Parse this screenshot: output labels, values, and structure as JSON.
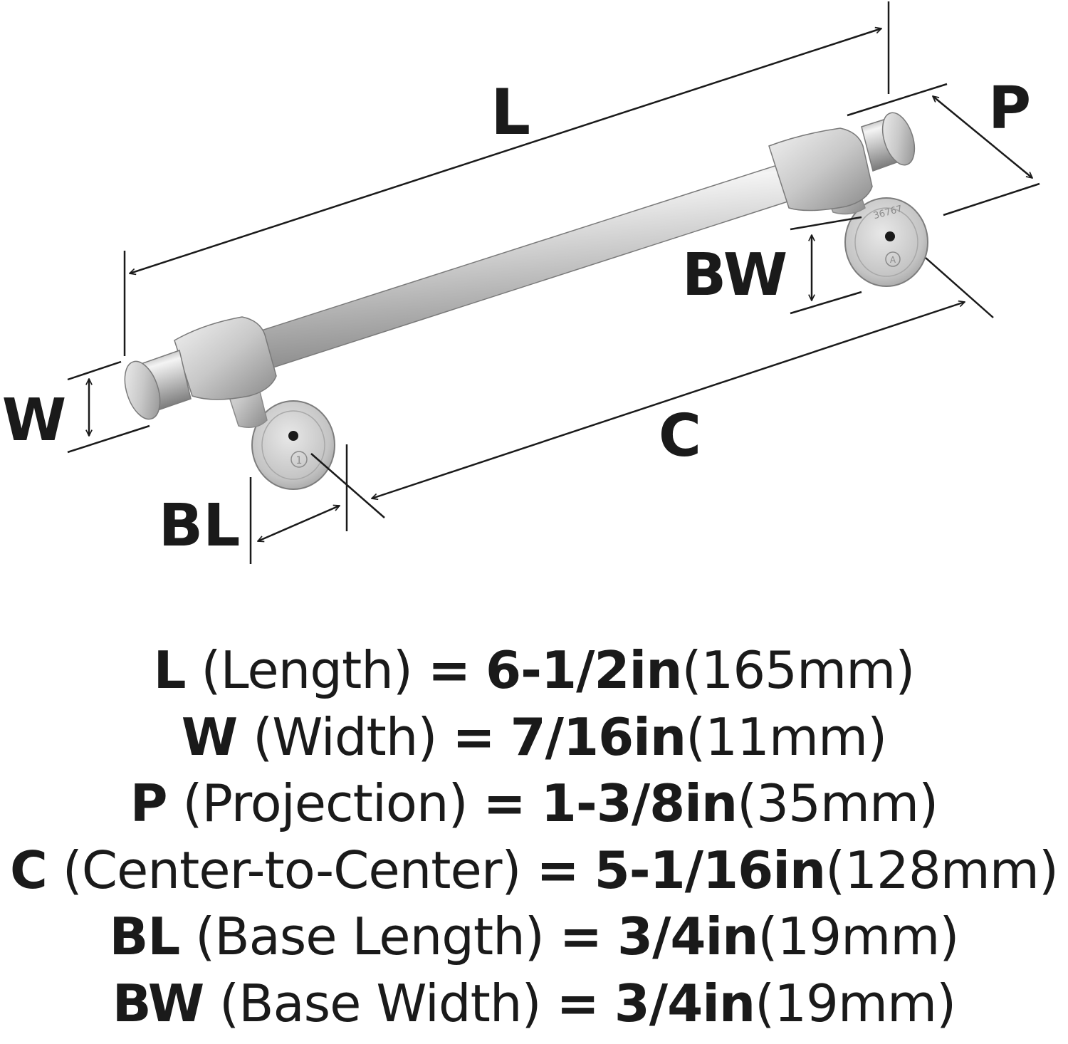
{
  "diagram": {
    "labels": {
      "L": "L",
      "P": "P",
      "W": "W",
      "BW": "BW",
      "C": "C",
      "BL": "BL"
    },
    "base_marks": {
      "right_top": "36767",
      "right_bottom": "A",
      "left": "1"
    },
    "colors": {
      "line": "#1a1a1a",
      "metal_light": "#f2f2f2",
      "metal_mid": "#c9c9c9",
      "metal_dark": "#8e8e8e"
    }
  },
  "specs": [
    {
      "code": "L",
      "name": "(Length)",
      "eq": "=",
      "imperial": "6-1/2in",
      "metric": "(165mm)"
    },
    {
      "code": "W",
      "name": "(Width)",
      "eq": "=",
      "imperial": "7/16in",
      "metric": "(11mm)"
    },
    {
      "code": "P",
      "name": "(Projection)",
      "eq": "=",
      "imperial": "1-3/8in",
      "metric": "(35mm)"
    },
    {
      "code": "C",
      "name": "(Center-to-Center)",
      "eq": "=",
      "imperial": "5-1/16in",
      "metric": "(128mm)"
    },
    {
      "code": "BL",
      "name": "(Base Length)",
      "eq": "=",
      "imperial": "3/4in",
      "metric": "(19mm)"
    },
    {
      "code": "BW",
      "name": "(Base Width)",
      "eq": "=",
      "imperial": "3/4in",
      "metric": "(19mm)"
    }
  ]
}
